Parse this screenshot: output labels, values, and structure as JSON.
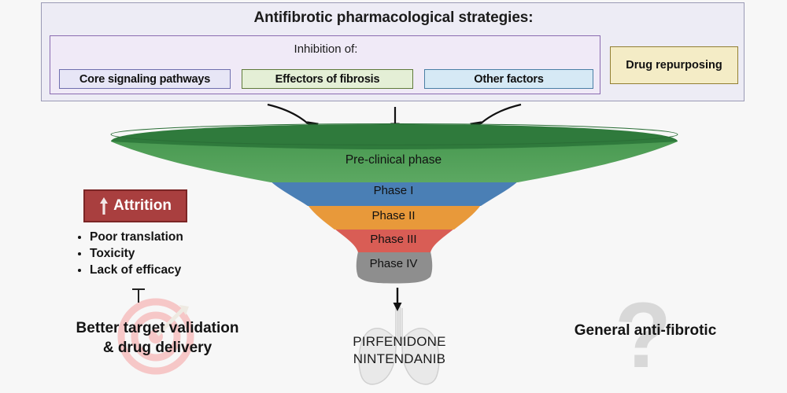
{
  "background_color": "#f7f7f7",
  "header": {
    "title": "Antifibrotic pharmacological strategies:",
    "inhibition_label": "Inhibition of:",
    "chips": [
      {
        "label": "Core signaling pathways",
        "fill": "#e7e6f6",
        "border": "#6f6fae"
      },
      {
        "label": "Effectors of fibrosis",
        "fill": "#e4efd6",
        "border": "#5f7a3a"
      },
      {
        "label": "Other factors",
        "fill": "#d6e9f5",
        "border": "#4a7fa5"
      }
    ],
    "repurposing": {
      "label": "Drug repurposing",
      "fill": "#f4ecc6",
      "border": "#927f33"
    },
    "panel_fill": "#edecf5",
    "panel_border": "#9a9ab5",
    "inhibition_fill": "#f0eaf7",
    "inhibition_border": "#8a6bb0"
  },
  "funnel": {
    "stages": [
      {
        "label": "Pre-clinical phase",
        "color": "#4f9e57",
        "rim_color": "#2f7a3c"
      },
      {
        "label": "Phase I",
        "color": "#4a7fb5"
      },
      {
        "label": "Phase II",
        "color": "#e8993a"
      },
      {
        "label": "Phase III",
        "color": "#d95d55"
      },
      {
        "label": "Phase IV",
        "color": "#8e8e8e"
      }
    ],
    "inflow_arrows": 3
  },
  "attrition": {
    "title": "Attrition",
    "arrow_icon": "up-arrow-icon",
    "box_fill": "#a93f3f",
    "box_border": "#7b2626",
    "reasons": [
      "Poor translation",
      "Toxicity",
      "Lack of efficacy"
    ]
  },
  "bottom": {
    "left_text_line1": "Better target validation",
    "left_text_line2": "& drug delivery",
    "left_icon": "target-dartboard-icon",
    "center_icon": "lungs-icon",
    "drugs": [
      "PIRFENIDONE",
      "NINTENDANIB"
    ],
    "right_text": "General anti-fibrotic",
    "right_icon": "question-mark-icon",
    "right_icon_glyph": "?"
  }
}
